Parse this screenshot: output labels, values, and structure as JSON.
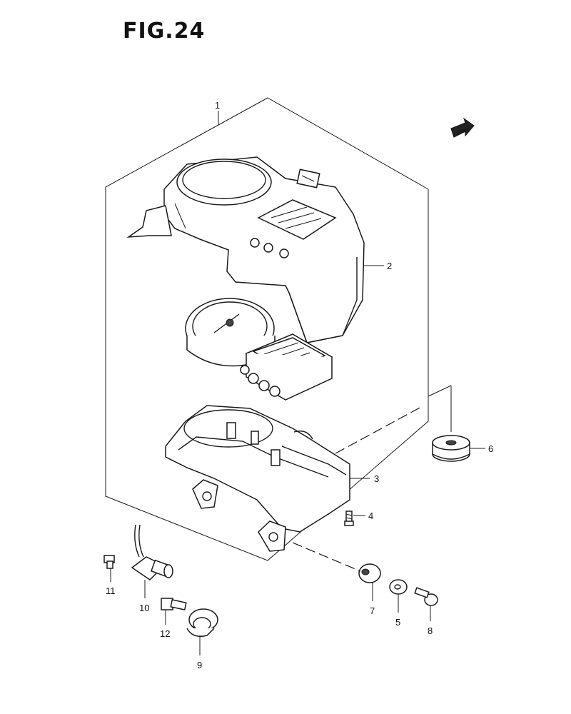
{
  "figure": {
    "title": "FIG.24",
    "fwd_label": "FWD"
  },
  "callouts": [
    {
      "id": "1",
      "label": "1"
    },
    {
      "id": "2",
      "label": "2"
    },
    {
      "id": "3",
      "label": "3"
    },
    {
      "id": "4",
      "label": "4"
    },
    {
      "id": "5",
      "label": "5"
    },
    {
      "id": "6",
      "label": "6"
    },
    {
      "id": "7",
      "label": "7"
    },
    {
      "id": "8",
      "label": "8"
    },
    {
      "id": "9",
      "label": "9"
    },
    {
      "id": "10",
      "label": "10"
    },
    {
      "id": "11",
      "label": "11"
    },
    {
      "id": "12",
      "label": "12"
    }
  ]
}
